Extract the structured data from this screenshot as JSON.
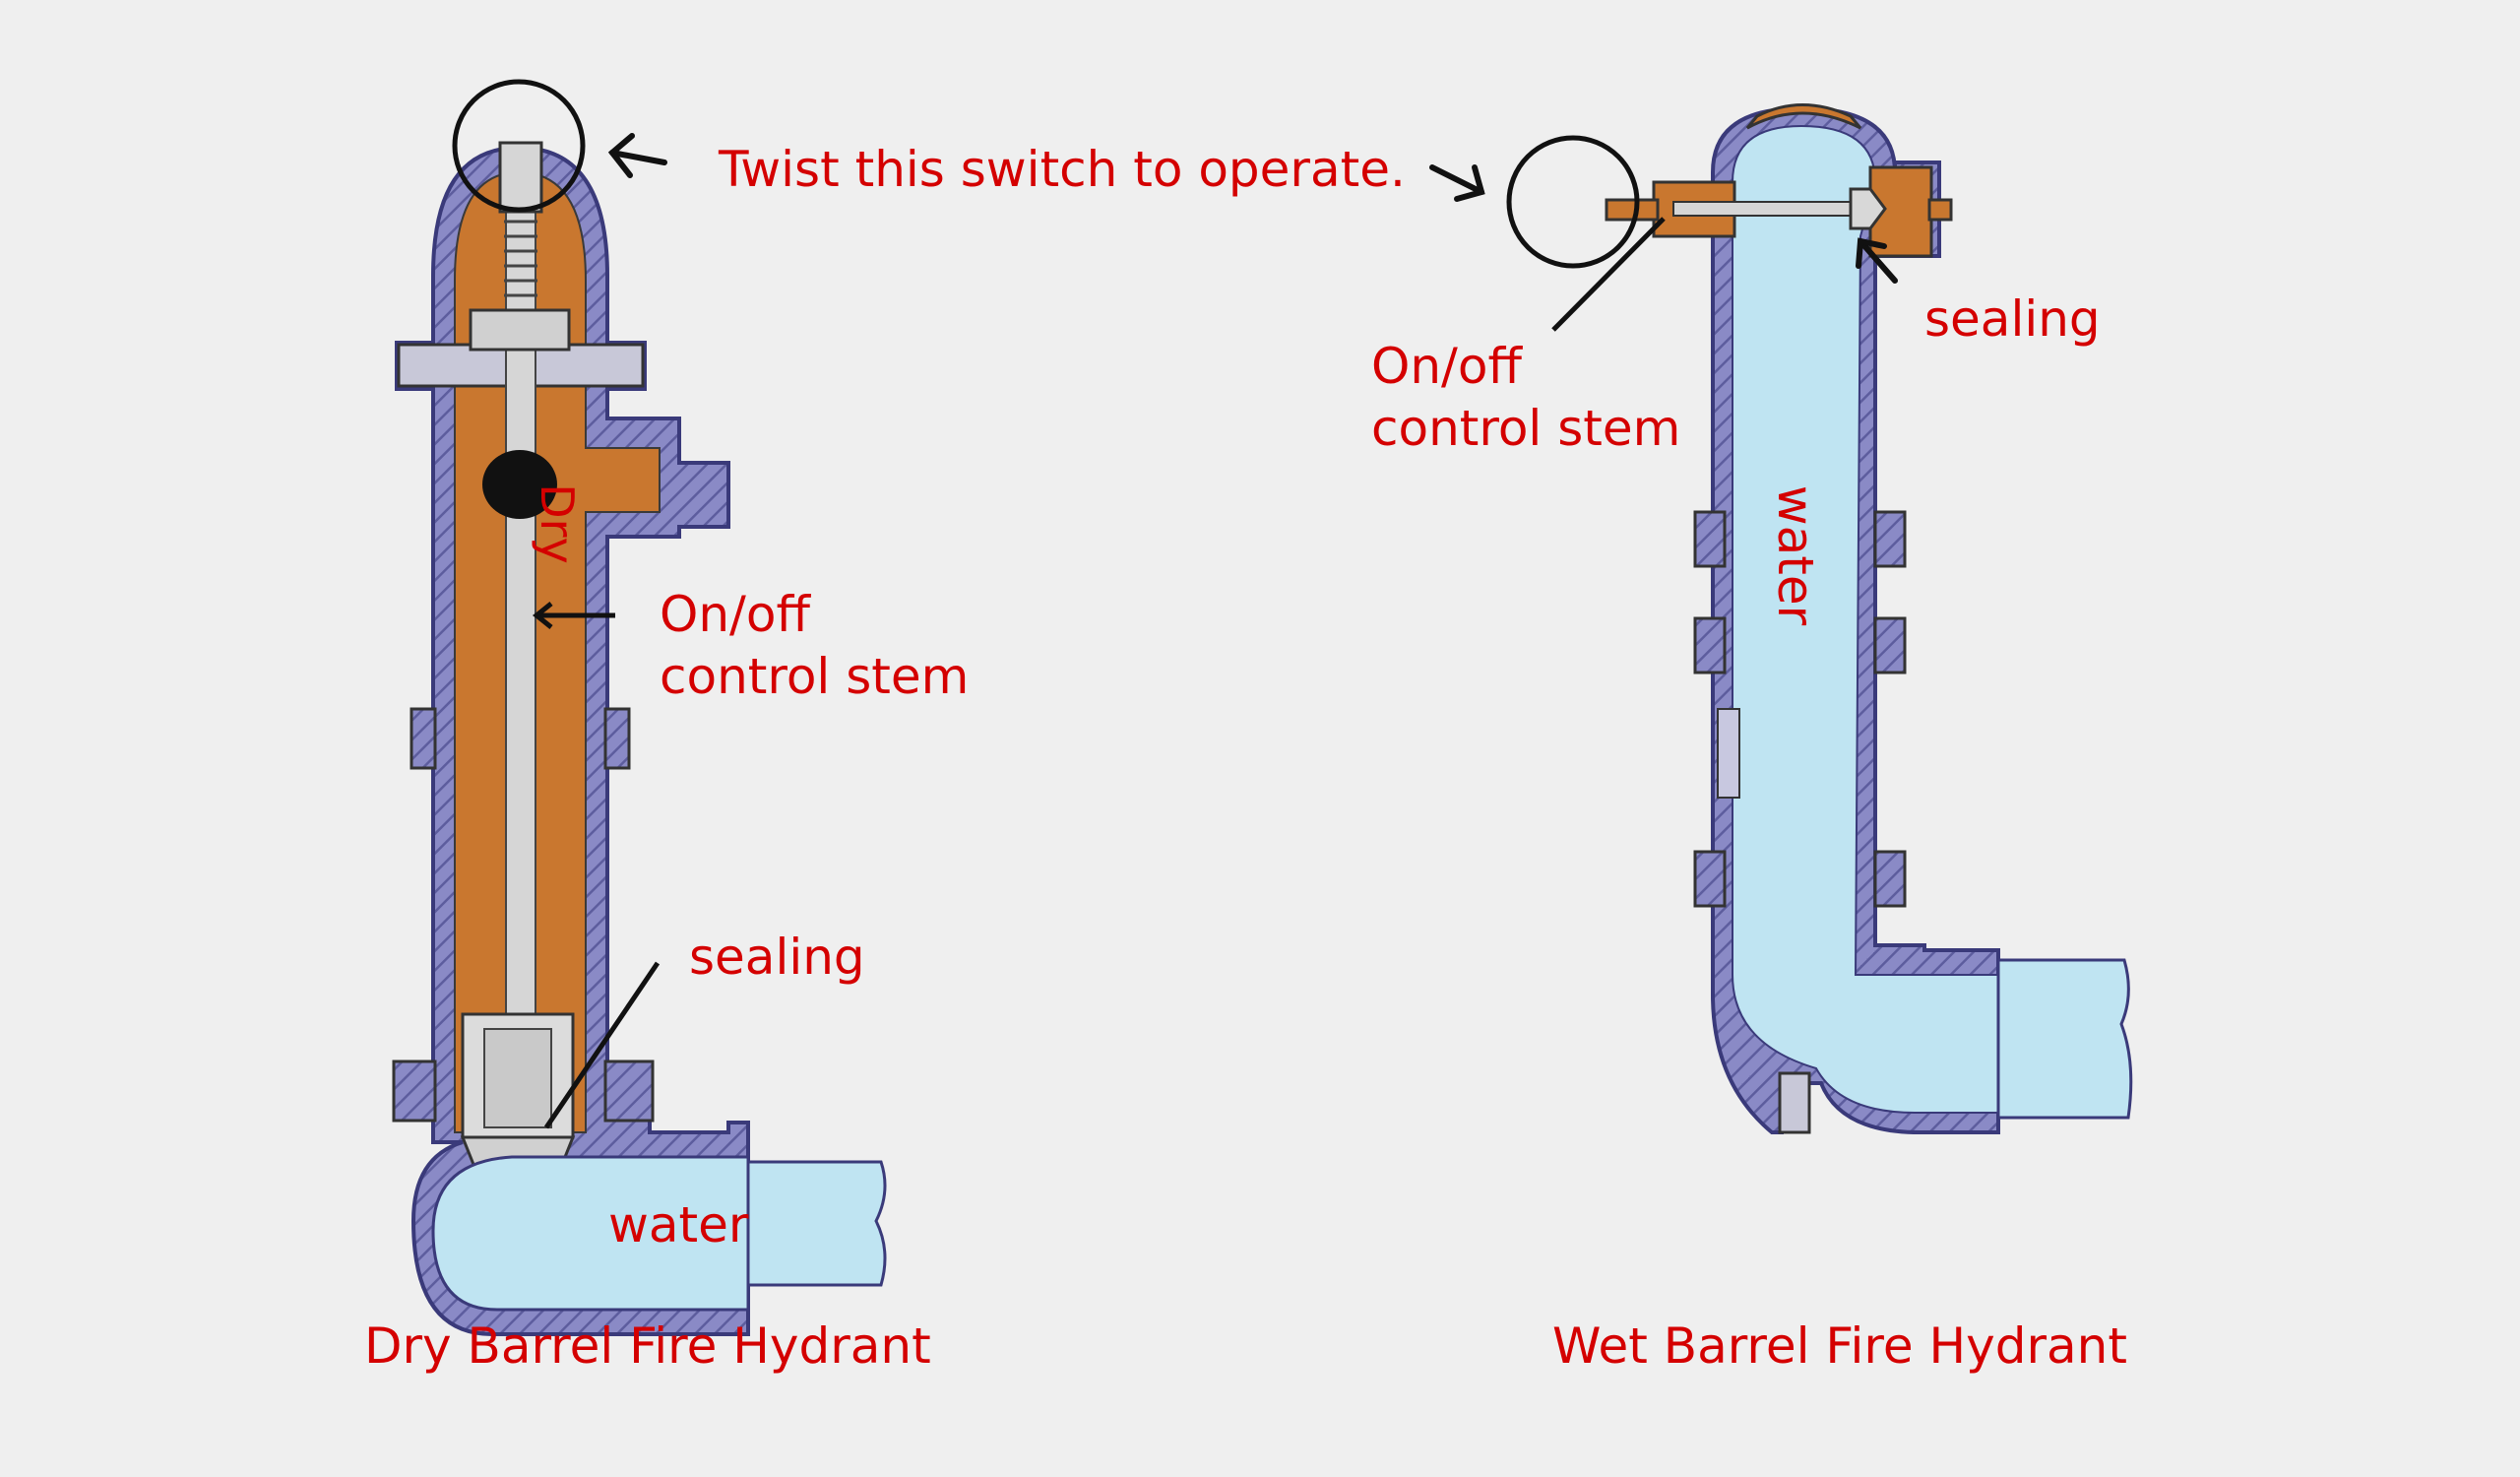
{
  "labels": {
    "twist_instruction": "Twist this switch to operate.",
    "dry_stem_line1": "On/off",
    "dry_stem_line2": "control stem",
    "dry_sealing": "sealing",
    "dry_inside": "Dry",
    "dry_water": "water",
    "dry_title": "Dry Barrel Fire Hydrant",
    "wet_stem_line1": "On/off",
    "wet_stem_line2": "control stem",
    "wet_sealing": "sealing",
    "wet_water": "water",
    "wet_title": "Wet Barrel Fire Hydrant"
  },
  "colors": {
    "background": "#efefef",
    "label_red": "#d40000",
    "body_shell": "#8585c4",
    "dry_fill": "#c9772f",
    "water_fill": "#bfe4f2",
    "stem_gray": "#d6d6d6",
    "outline": "#1a1a1a"
  }
}
